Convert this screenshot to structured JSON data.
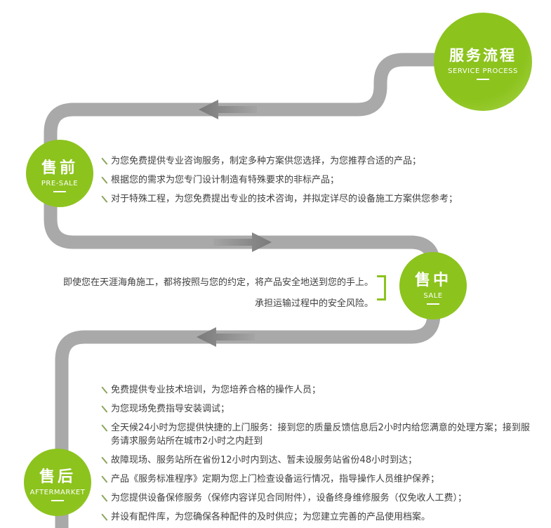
{
  "header": {
    "title": "服务流程",
    "subtitle": "SERVICE PROCESS"
  },
  "stages": [
    {
      "title": "售前",
      "subtitle": "PRE-SALE",
      "items": [
        "为您免费提供专业咨询服务，制定多种方案供您选择，为您推荐合适的产品；",
        "根据您的需求为您专门设计制造有特殊要求的非标产品；",
        "对于特殊工程，为您免费提出专业的技术咨询，并拟定详尽的设备施工方案供您参考；"
      ]
    },
    {
      "title": "售中",
      "subtitle": "SALE",
      "items": [
        "即使您在天涯海角施工，都将按照与您的约定，将产品安全地送到您的手上。",
        "承担运输过程中的安全风险。"
      ]
    },
    {
      "title": "售后",
      "subtitle": "AFTERMARKET",
      "items": [
        "免费提供专业技术培训，为您培养合格的操作人员；",
        "为您现场免费指导安装调试；",
        "全天候24小时为您提供快捷的上门服务：接到您的质量反馈信息后2小时内给您满意的处理方案；接到服务请求服务站所在城市2小时之内赶到",
        "故障现场、服务站所在省份12小时内到达、暂未设服务站省份48小时到达；",
        "产品《服务标准程序》定期为您上门检查设备运行情况，指导操作人员维护保养；",
        "为您提供设备保修服务（保修内容详见合同附件），设备终身维修服务（仅免收人工费）；",
        "并设有配件库，为您确保各种配件的及时供应；为您建立完善的产品使用档案。"
      ]
    }
  ],
  "colors": {
    "green": "#8cc31d",
    "path_gray": "#a9a9a9",
    "arrow_gray": "#7e7e7e",
    "text": "#3f3f3f"
  }
}
